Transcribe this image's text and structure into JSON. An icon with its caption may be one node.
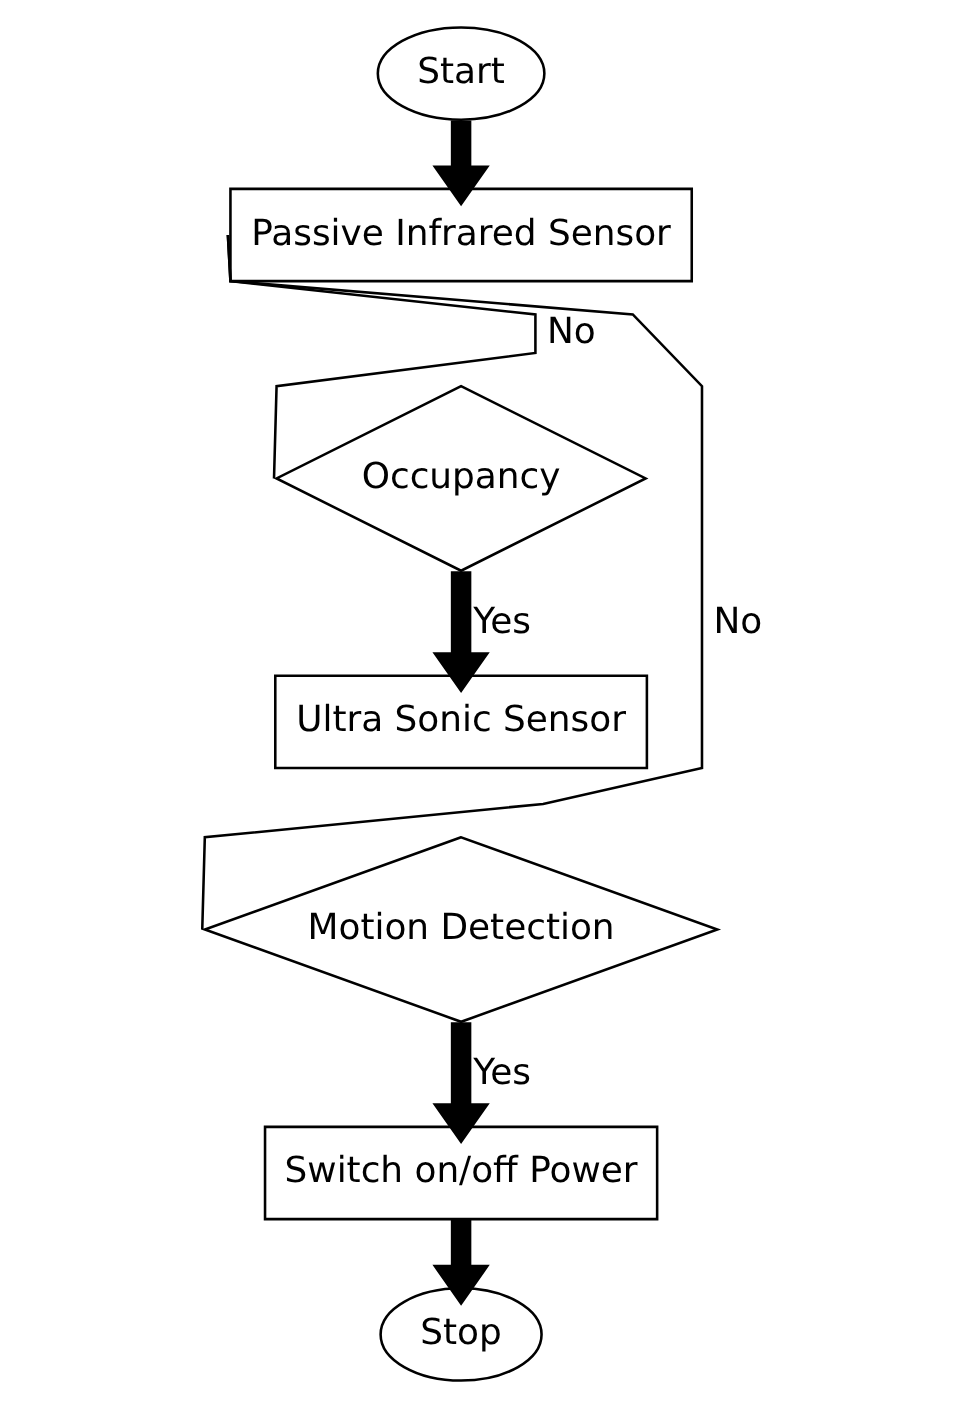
{
  "diagram": {
    "nodes": [
      {
        "text": [
          "Start"
        ]
      },
      {
        "text": [
          "Passive Infrared Sensor"
        ]
      },
      {
        "text": [
          "Occupancy"
        ]
      },
      {
        "text": [
          "Ultra Sonic Sensor"
        ]
      },
      {
        "text": [
          "Motion Detection"
        ]
      },
      {
        "text": [
          "Switch on/off Power"
        ]
      },
      {
        "text": [
          "Stop"
        ]
      }
    ],
    "edges": [
      {
        "from": 0,
        "to": 1,
        "arrow": "to"
      },
      {
        "from": 2,
        "to": 3,
        "arrow": "to",
        "label": "Yes"
      },
      {
        "from": 4,
        "to": 5,
        "arrow": "to",
        "label": "Yes"
      },
      {
        "from": 5,
        "to": 6,
        "arrow": "to"
      },
      {
        "from": 2,
        "to": 1,
        "arrow": "none",
        "label": "No"
      },
      {
        "from": 4,
        "to": 1,
        "arrow": "none",
        "label": "No"
      }
    ]
  }
}
